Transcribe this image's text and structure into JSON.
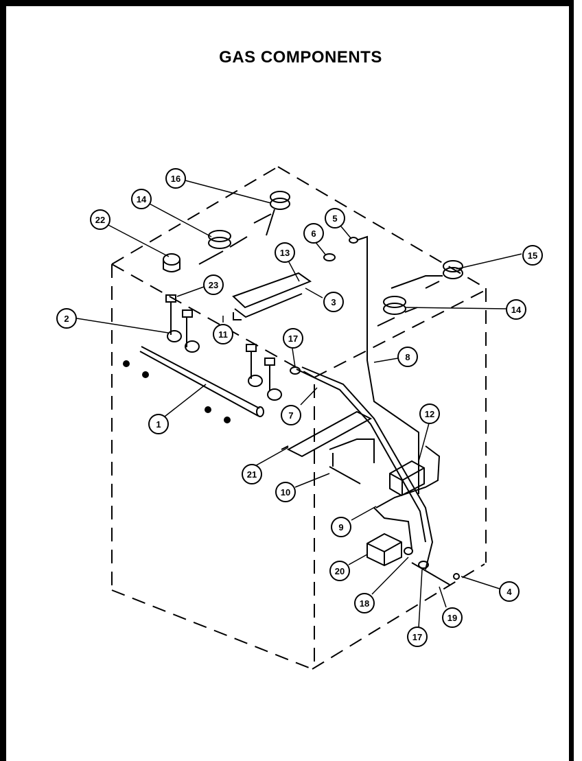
{
  "title": "GAS COMPONENTS",
  "callouts": [
    "16",
    "14",
    "22",
    "23",
    "2",
    "5",
    "6",
    "13",
    "3",
    "11",
    "15",
    "14",
    "17",
    "8",
    "1",
    "7",
    "12",
    "21",
    "10",
    "9",
    "20",
    "18",
    "17",
    "19",
    "4"
  ]
}
